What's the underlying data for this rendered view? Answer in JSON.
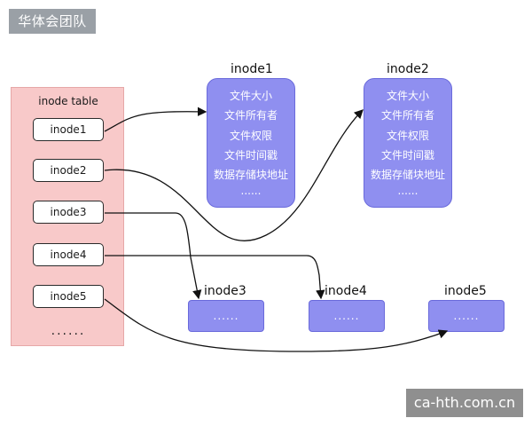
{
  "header": {
    "brand": "华体会团队"
  },
  "watermark": {
    "text": "ca-hth.com.cn"
  },
  "inode_table": {
    "title": "inode table",
    "rows": [
      "inode1",
      "inode2",
      "inode3",
      "inode4",
      "inode5"
    ],
    "more": "......"
  },
  "inode_details": [
    {
      "title": "inode1",
      "fields": [
        "文件大小",
        "文件所有者",
        "文件权限",
        "文件时间戳",
        "数据存储块地址",
        "......"
      ]
    },
    {
      "title": "inode2",
      "fields": [
        "文件大小",
        "文件所有者",
        "文件权限",
        "文件时间戳",
        "数据存储块地址",
        "......"
      ]
    }
  ],
  "inode_blocks": [
    {
      "title": "inode3",
      "content": "......"
    },
    {
      "title": "inode4",
      "content": "......"
    },
    {
      "title": "inode5",
      "content": "......"
    }
  ],
  "colors": {
    "table_bg": "#f8c9c9",
    "card_bg": "#8f8ff0",
    "badge_bg": "#9aa0a6",
    "watermark_bg": "#8f8f8f"
  }
}
